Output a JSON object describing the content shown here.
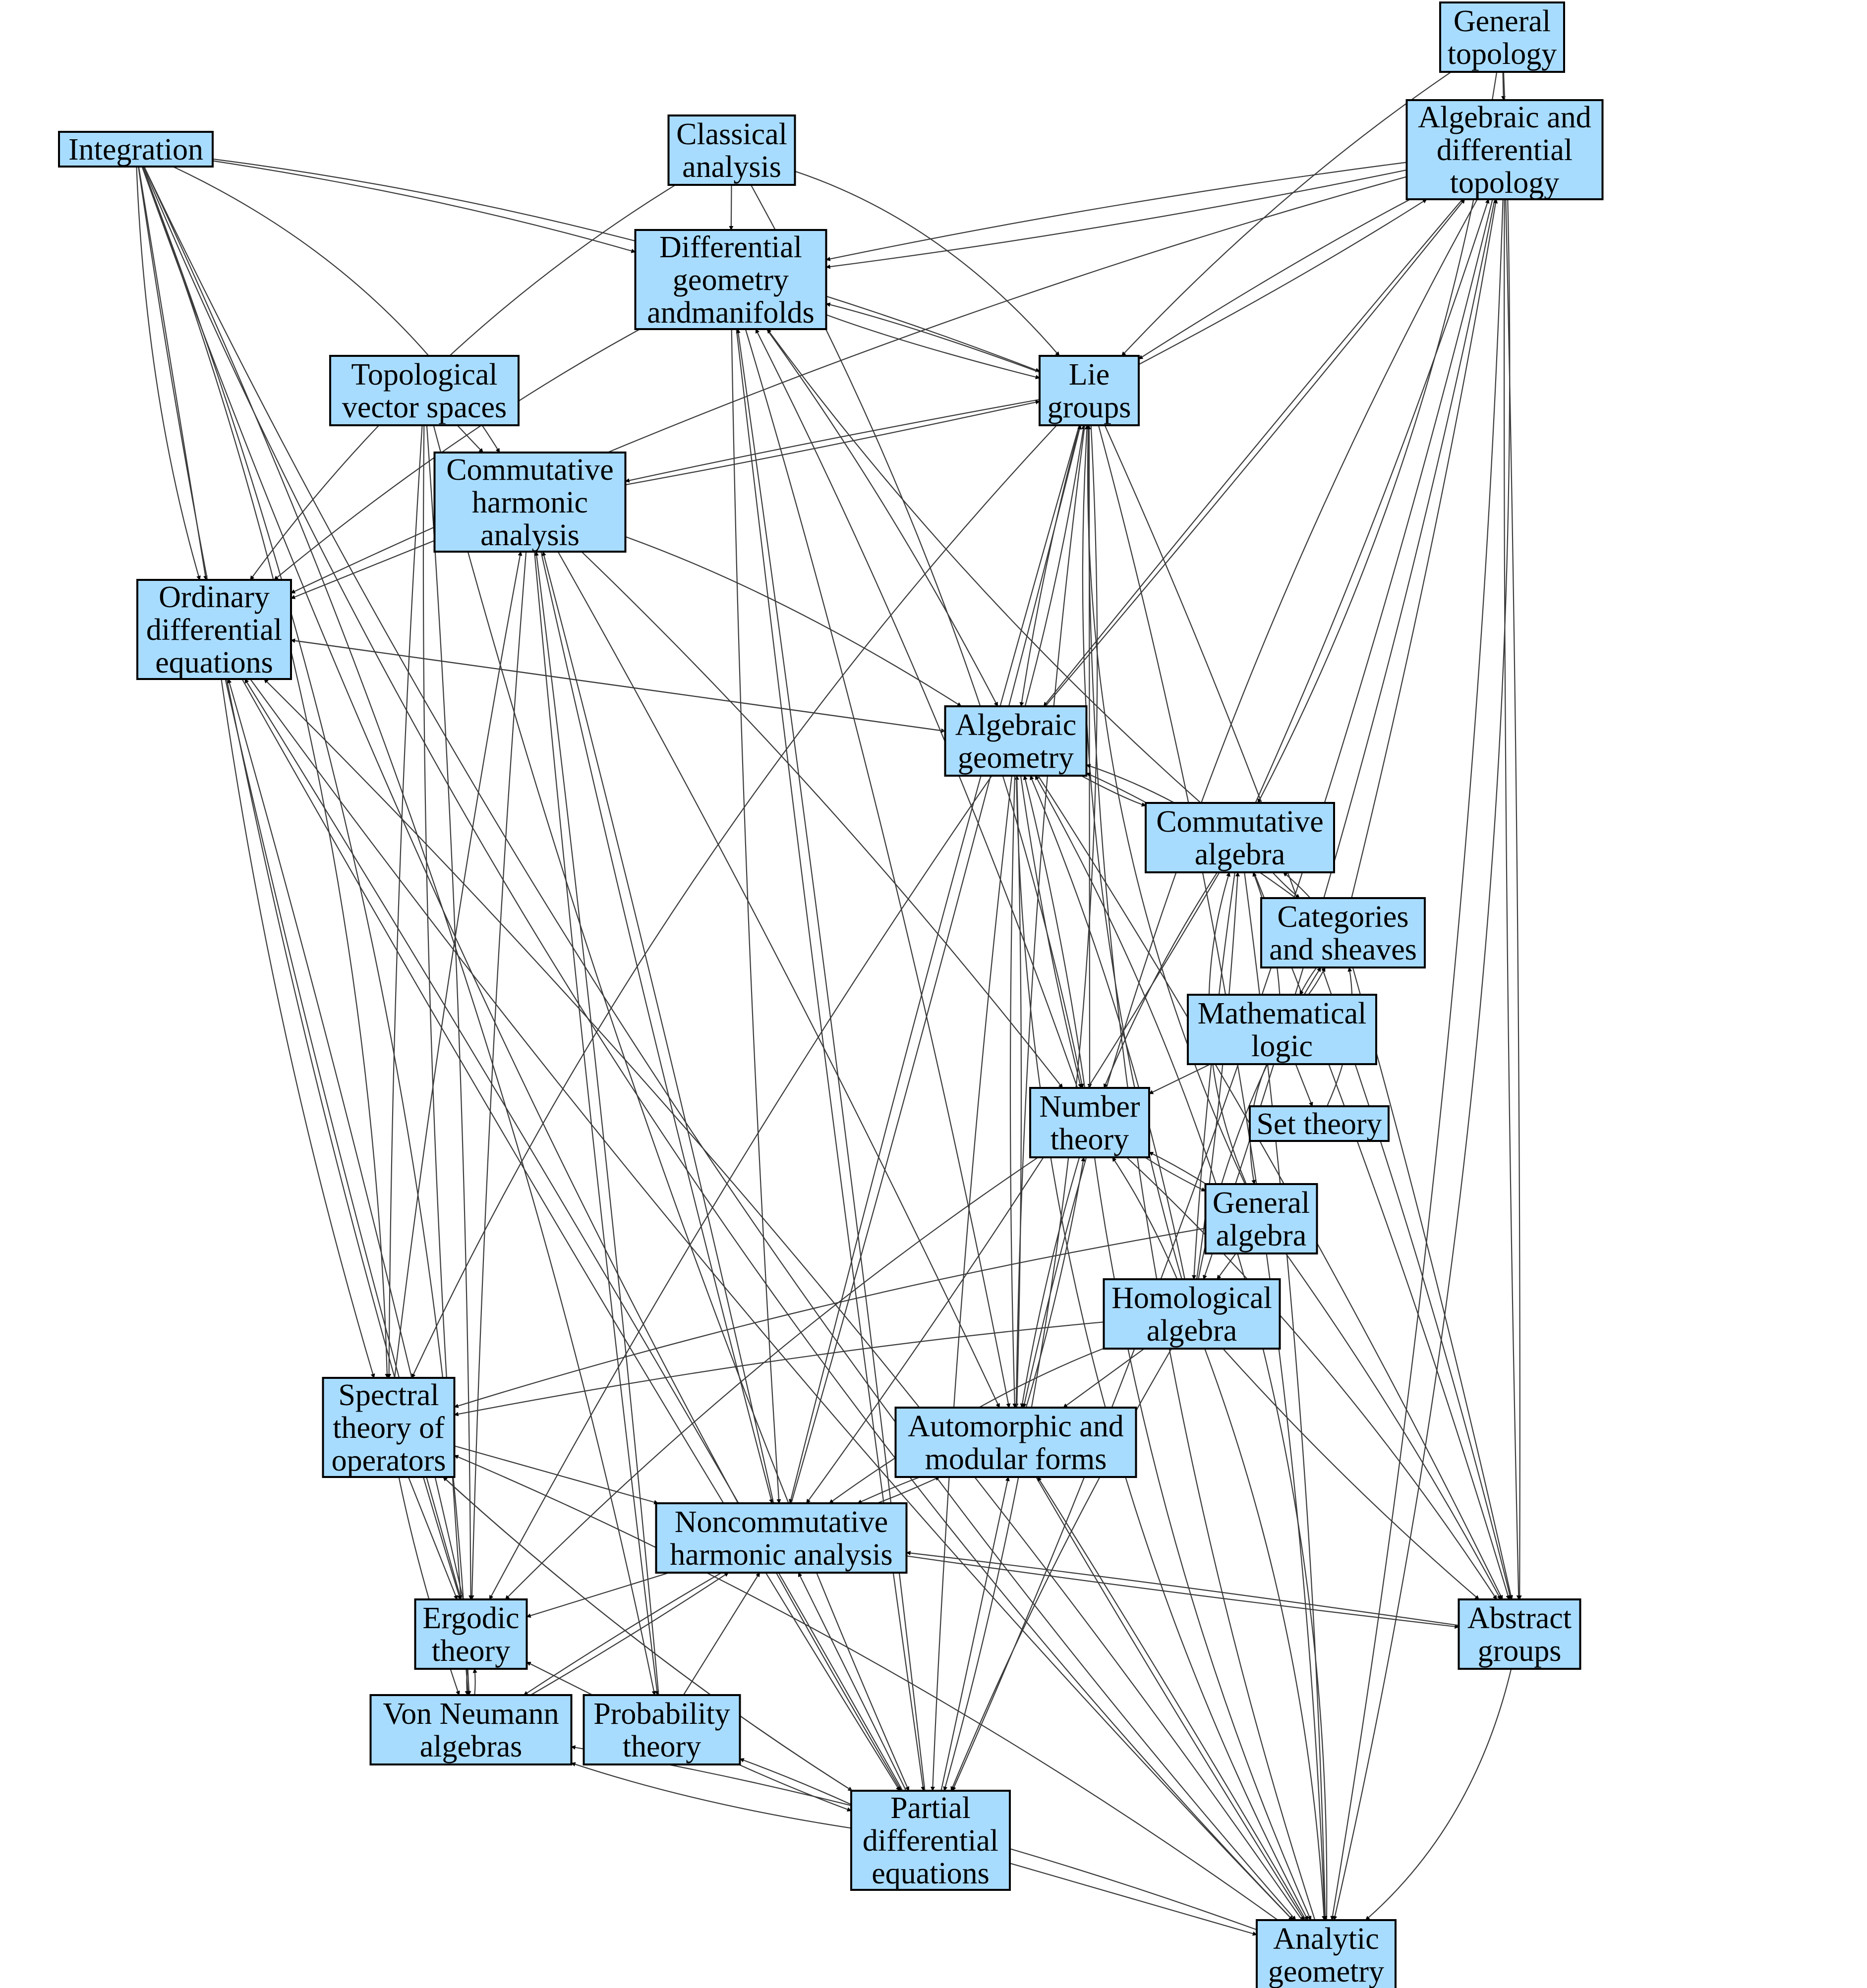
{
  "nodes": [
    {
      "id": "general-topology",
      "lines": [
        "General",
        "topology"
      ]
    },
    {
      "id": "algebraic-differential-topology",
      "lines": [
        "Algebraic and",
        "differential",
        "topology"
      ]
    },
    {
      "id": "integration",
      "lines": [
        "Integration"
      ]
    },
    {
      "id": "classical-analysis",
      "lines": [
        "Classical",
        "analysis"
      ]
    },
    {
      "id": "differential-geometry",
      "lines": [
        "Differential",
        "geometry",
        "andmanifolds"
      ]
    },
    {
      "id": "topological-vector-spaces",
      "lines": [
        "Topological",
        "vector spaces"
      ]
    },
    {
      "id": "lie-groups",
      "lines": [
        "Lie",
        "groups"
      ]
    },
    {
      "id": "commutative-harmonic-analysis",
      "lines": [
        "Commutative",
        "harmonic",
        "analysis"
      ]
    },
    {
      "id": "ordinary-differential-equations",
      "lines": [
        "Ordinary",
        "differential",
        "equations"
      ]
    },
    {
      "id": "algebraic-geometry",
      "lines": [
        "Algebraic",
        "geometry"
      ]
    },
    {
      "id": "commutative-algebra",
      "lines": [
        "Commutative",
        "algebra"
      ]
    },
    {
      "id": "categories-sheaves",
      "lines": [
        "Categories",
        "and sheaves"
      ]
    },
    {
      "id": "mathematical-logic",
      "lines": [
        "Mathematical",
        "logic"
      ]
    },
    {
      "id": "number-theory",
      "lines": [
        "Number",
        "theory"
      ]
    },
    {
      "id": "set-theory",
      "lines": [
        "Set theory"
      ]
    },
    {
      "id": "general-algebra",
      "lines": [
        "General",
        "algebra"
      ]
    },
    {
      "id": "homological-algebra",
      "lines": [
        "Homological",
        "algebra"
      ]
    },
    {
      "id": "spectral-theory",
      "lines": [
        "Spectral",
        "theory of",
        "operators"
      ]
    },
    {
      "id": "automorphic-forms",
      "lines": [
        "Automorphic and",
        "modular forms"
      ]
    },
    {
      "id": "noncommutative-harmonic-analysis",
      "lines": [
        "Noncommutative",
        "harmonic analysis"
      ]
    },
    {
      "id": "ergodic-theory",
      "lines": [
        "Ergodic",
        "theory"
      ]
    },
    {
      "id": "abstract-groups",
      "lines": [
        "Abstract",
        "groups"
      ]
    },
    {
      "id": "von-neumann-algebras",
      "lines": [
        "Von Neumann",
        "algebras"
      ]
    },
    {
      "id": "probability-theory",
      "lines": [
        "Probability",
        "theory"
      ]
    },
    {
      "id": "partial-differential-equations",
      "lines": [
        "Partial",
        "differential",
        "equations"
      ]
    },
    {
      "id": "analytic-geometry",
      "lines": [
        "Analytic",
        "geometry"
      ]
    }
  ],
  "colors": {
    "node_fill": "#a8dcff",
    "node_border": "#000000",
    "edge": "#3a3a3a",
    "background": "#ffffff"
  }
}
